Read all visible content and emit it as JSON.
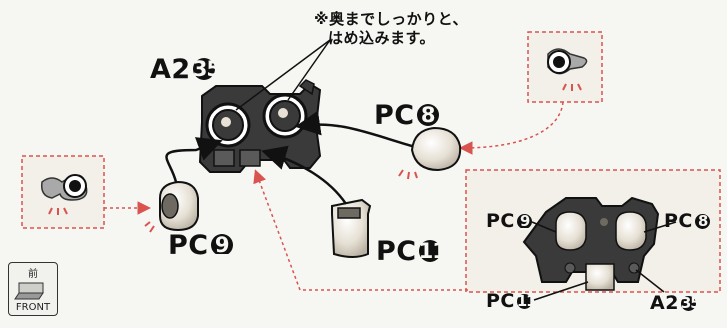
{
  "note": {
    "line1": "※奥までしっかりと、",
    "line2": "はめ込みます。"
  },
  "labels": {
    "a2_main": {
      "prefix": "A2",
      "num": "35"
    },
    "pc8_main": {
      "prefix": "PC",
      "num": "8"
    },
    "pc9_main": {
      "prefix": "PC",
      "num": "9"
    },
    "pc11_main": {
      "prefix": "PC",
      "num": "11"
    },
    "detail_pc9": {
      "prefix": "PC",
      "num": "9"
    },
    "detail_pc8": {
      "prefix": "PC",
      "num": "8"
    },
    "detail_pc11": {
      "prefix": "PC",
      "num": "11"
    },
    "detail_a2": {
      "prefix": "A2",
      "num": "35"
    }
  },
  "front_icon": {
    "kanji": "前",
    "text": "FRONT"
  },
  "icons": [
    "front-direction-icon",
    "dashed-callout-frame",
    "polycap-part",
    "frame-part"
  ],
  "colors": {
    "dashed_red": "#d9534f",
    "part_dark": "#2a2a2a",
    "polycap_light": "#e8e2d6",
    "arrow_red": "#c0392b"
  }
}
